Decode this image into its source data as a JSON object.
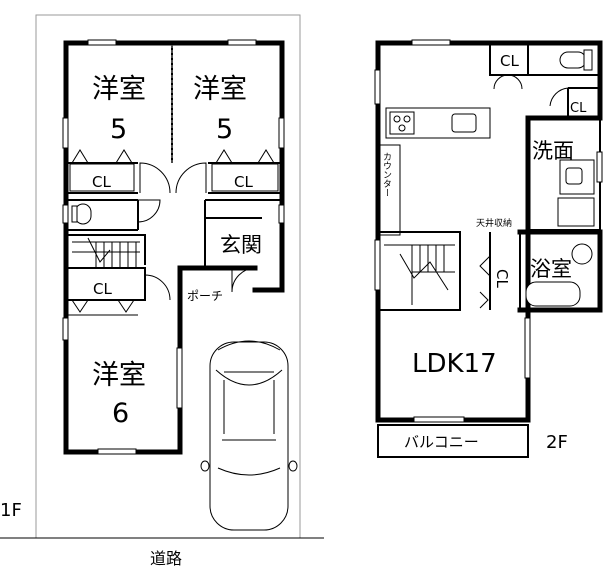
{
  "floor1": {
    "rooms": {
      "western_room_a": {
        "name": "洋室",
        "size": "5"
      },
      "western_room_b": {
        "name": "洋室",
        "size": "5"
      },
      "western_room_c": {
        "name": "洋室",
        "size": "6"
      }
    },
    "closet_a": "CL",
    "closet_b": "CL",
    "closet_c": "CL",
    "entrance": "玄関",
    "porch": "ポーチ",
    "road": "道路",
    "floor_label": "1F"
  },
  "floor2": {
    "closet_top": "CL",
    "closet_right": "CL",
    "closet_stair": "CL",
    "washroom": "洗面",
    "bathroom": "浴室",
    "counter": "カウンター",
    "ceiling_storage": "天井収納",
    "ldk": "LDK17",
    "balcony": "バルコニー",
    "floor_label": "2F"
  }
}
